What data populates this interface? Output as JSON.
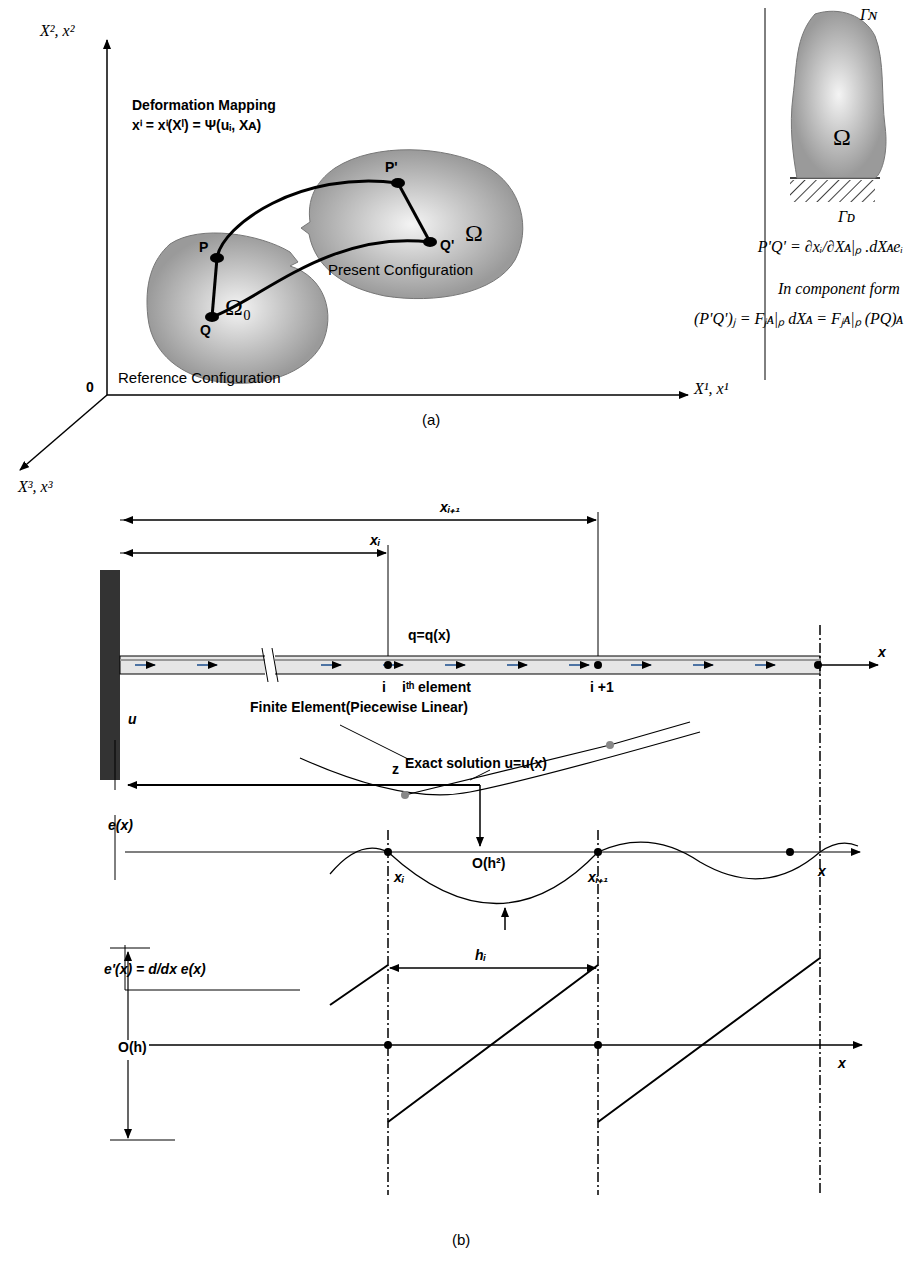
{
  "diagram": {
    "nodes": [
      {
        "text": [
          "Ω₀"
        ]
      },
      {
        "text": [
          "Ω"
        ]
      },
      {
        "text": [
          "Ω"
        ]
      }
    ],
    "labels": [
      "X², x²",
      "X¹, x¹",
      "X³, x³",
      "0",
      "Deformation Mapping",
      "xⁱ = xⁱ(Xᴵ) = Ψ(uᵢ, Xᴀ)",
      "P",
      "Q",
      "P'",
      "Q'",
      "Present Configuration",
      "Reference Configuration",
      "(a)",
      "Γɴ",
      "Γᴅ",
      "P'Q' = ∂xᵢ/∂Xᴀ|ₚ .dXᴀeᵢ",
      "In component form",
      "(P'Q')ⱼ = Fⱼᴀ|ₚ dXᴀ = Fⱼᴀ|ₚ (PQ)ᴀ",
      "xᵢ₊₁",
      "xᵢ",
      "q=q(x)",
      "i",
      "iᵗʰ element",
      "i +1",
      "x",
      "Finite Element(Piecewise Linear)",
      "Exact solution u=u(x)",
      "u",
      "z",
      "e(x)",
      "O(h²)",
      "xᵢ",
      "xᵢ₊₁",
      "x",
      "e'(x) = d/dx e(x)",
      "hᵢ",
      "O(h)",
      "x",
      "(b)"
    ]
  }
}
